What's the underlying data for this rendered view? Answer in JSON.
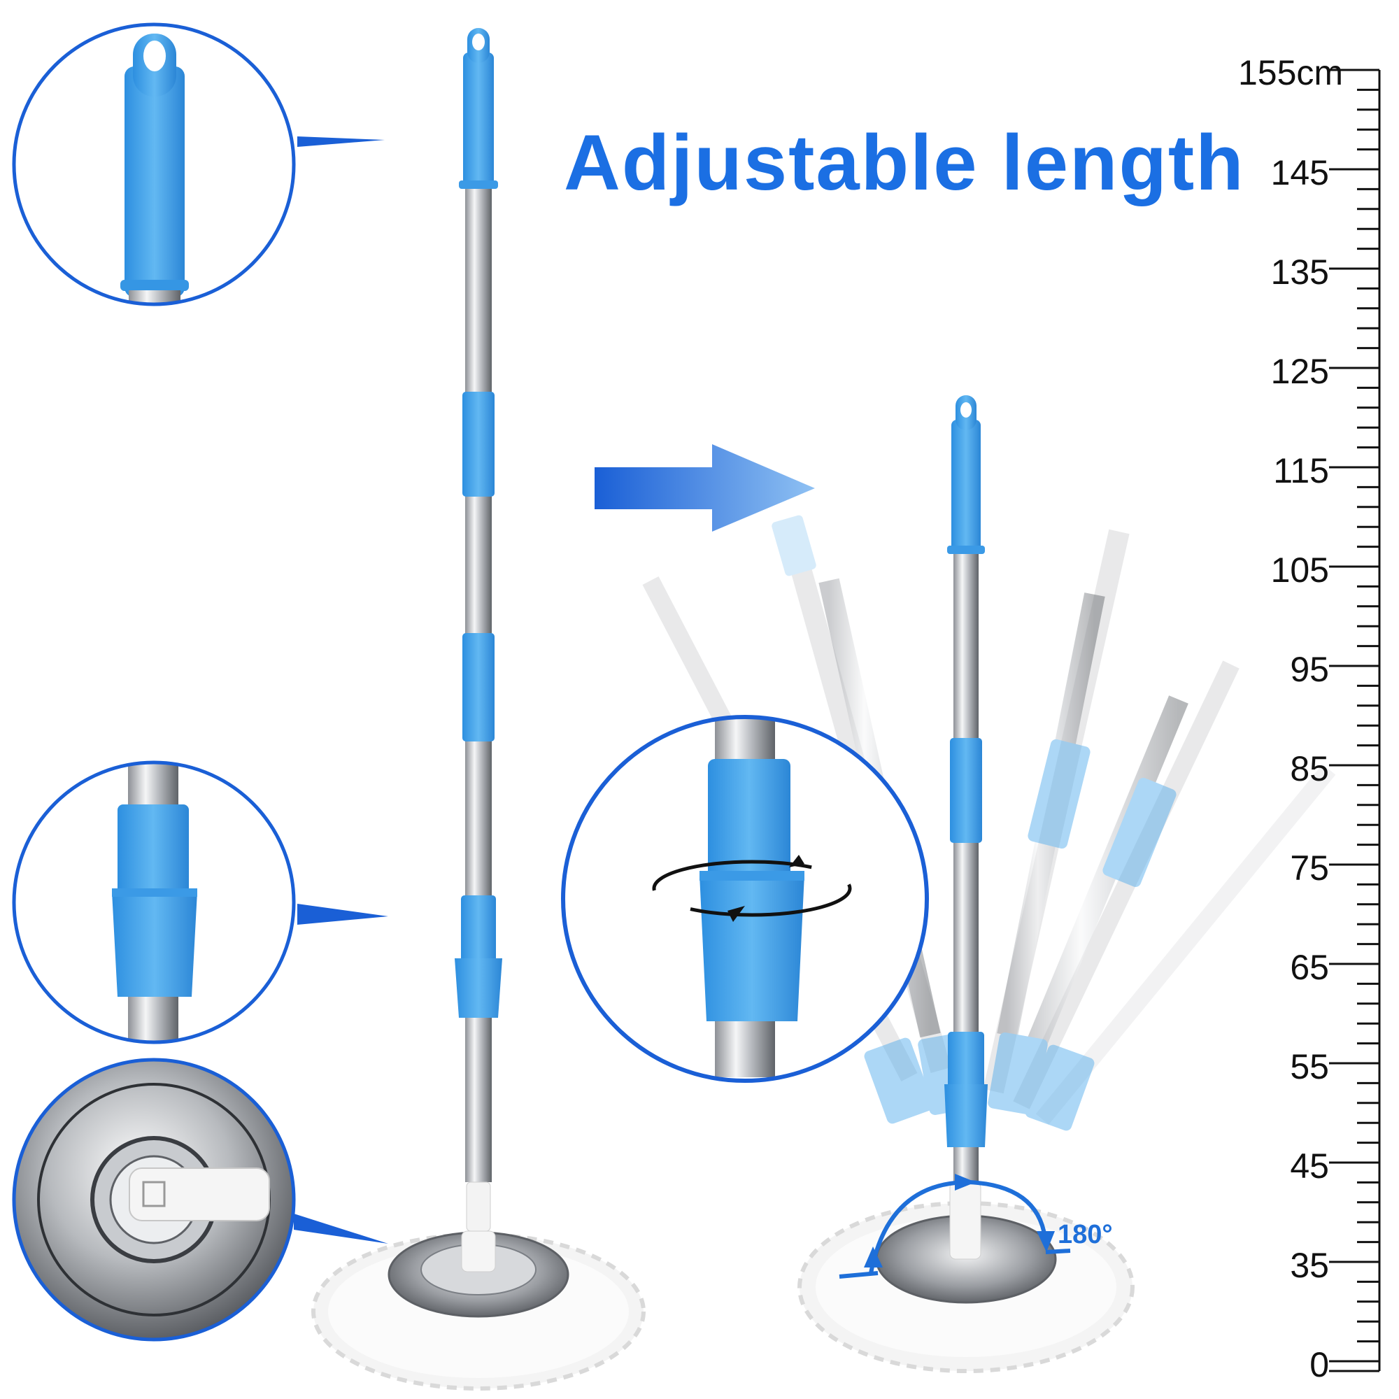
{
  "headline": "Adjustable length",
  "angle_label": "180°",
  "colors": {
    "accent_blue": "#1b6fe3",
    "handle_blue": "#4aa8ec",
    "steel": "#c9cbcf",
    "ruler": "#111111"
  },
  "ruler": {
    "labels": [
      "155cm",
      "145",
      "135",
      "125",
      "115",
      "105",
      "95",
      "85",
      "75",
      "65",
      "55",
      "45",
      "35",
      "0"
    ]
  },
  "icons": [
    "arrow-right-icon",
    "rotate-icon",
    "swivel-arc-icon"
  ]
}
